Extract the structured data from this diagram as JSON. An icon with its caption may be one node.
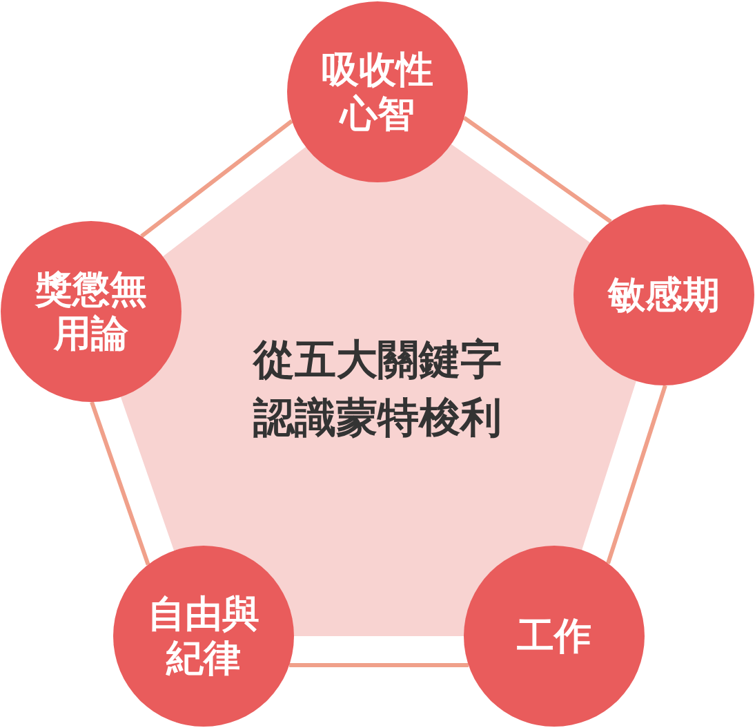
{
  "diagram": {
    "nodes": [
      {
        "text": [
          "吸收性心智"
        ]
      },
      {
        "text": [
          "敏感期"
        ]
      },
      {
        "text": [
          "工作"
        ]
      },
      {
        "text": [
          "自由與紀律"
        ]
      },
      {
        "text": [
          "獎懲無用論"
        ]
      },
      {
        "text": [
          "從**五大關鍵字**認識**蒙特梭利**"
        ]
      }
    ],
    "edges": [
      {
        "from": 0,
        "to": 1,
        "arrow": "none"
      },
      {
        "from": 1,
        "to": 2,
        "arrow": "none"
      },
      {
        "from": 2,
        "to": 3,
        "arrow": "none"
      },
      {
        "from": 3,
        "to": 4,
        "arrow": "none"
      },
      {
        "from": 4,
        "to": 0,
        "arrow": "none"
      }
    ]
  }
}
